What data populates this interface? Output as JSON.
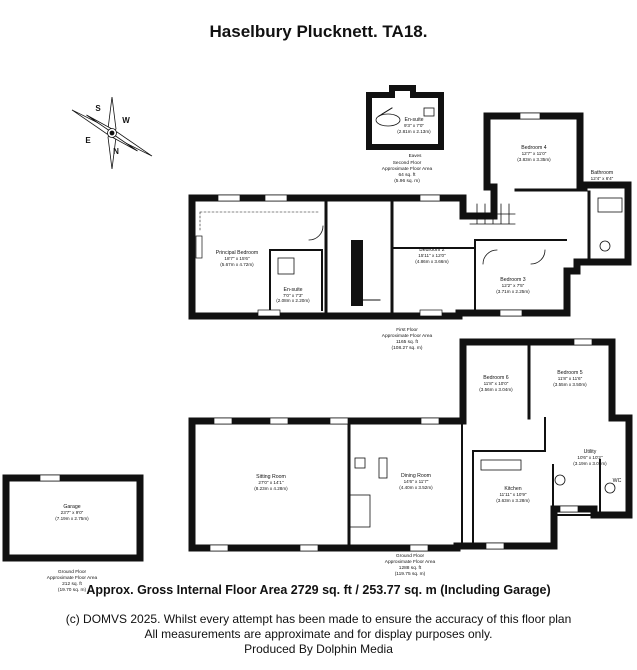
{
  "title": "Haselbury Plucknett. TA18.",
  "compass": {
    "north": "N",
    "south": "S",
    "east": "E",
    "west": "W"
  },
  "floors": {
    "second": {
      "name": "Second Floor",
      "line2": "Approximate Floor Area",
      "sqft": "64 sq. ft",
      "sqm": "(5.96 sq. m)"
    },
    "first": {
      "name": "First Floor",
      "line2": "Approximate Floor Area",
      "sqft": "1165 sq. ft",
      "sqm": "(108.27 sq. m)"
    },
    "ground": {
      "name": "Ground Floor",
      "line2": "Approximate Floor Area",
      "sqft": "1288 sq. ft",
      "sqm": "(119.75 sq. m)"
    },
    "garage_ground": {
      "name": "Ground Floor",
      "line2": "Approximate Floor Area",
      "sqft": "212 sq. ft",
      "sqm": "(19.70 sq. m)"
    }
  },
  "rooms": {
    "ensuite_top": {
      "name": "En-suite",
      "imperial": "9'3\" x 7'0\"",
      "metric": "(2.81m x 2.13m)"
    },
    "eaves": {
      "name": "Eaves"
    },
    "bedroom4": {
      "name": "Bedroom 4",
      "imperial": "12'7\" x 11'0\"",
      "metric": "(3.83m x 3.35m)"
    },
    "bathroom": {
      "name": "Bathroom",
      "imperial": "12'4\" x 6'4\"",
      "metric": "(3.75m x 1.93m)"
    },
    "principal": {
      "name": "Principal Bedroom",
      "imperial": "18'7\" x 15'6\"",
      "metric": "(5.67m x 4.72m)"
    },
    "ensuite_first": {
      "name": "En-suite",
      "imperial": "7'0\" x 7'3\"",
      "metric": "(2.08m x 2.20m)"
    },
    "bedroom2": {
      "name": "Bedroom 2",
      "imperial": "15'11\" x 12'0\"",
      "metric": "(4.86m x 3.66m)"
    },
    "bedroom3": {
      "name": "Bedroom 3",
      "imperial": "12'2\" x 7'5\"",
      "metric": "(3.71m x 2.25m)"
    },
    "bedroom6": {
      "name": "Bedroom 6",
      "imperial": "11'8\" x 10'0\"",
      "metric": "(3.56m x 3.04m)"
    },
    "bedroom5": {
      "name": "Bedroom 5",
      "imperial": "11'8\" x 11'6\"",
      "metric": "(3.55m x 3.50m)"
    },
    "garage": {
      "name": "Garage",
      "imperial": "23'7\" x 9'0\"",
      "metric": "(7.19m x 2.75m)"
    },
    "sitting": {
      "name": "Sitting Room",
      "imperial": "27'0\" x 14'1\"",
      "metric": "(8.23m x 4.28m)"
    },
    "dining": {
      "name": "Dining Room",
      "imperial": "14'6\" x 11'7\"",
      "metric": "(4.40m x 3.52m)"
    },
    "kitchen": {
      "name": "Kitchen",
      "imperial": "11'11\" x 10'9\"",
      "metric": "(3.63m x 3.28m)"
    },
    "utility": {
      "name": "Utility",
      "imperial": "10'6\" x 10'2\"",
      "metric": "(3.19m x 3.09m)"
    },
    "wc": {
      "name": "WC"
    }
  },
  "total_area": "Approx. Gross Internal Floor Area 2729 sq. ft / 253.77 sq. m (Including Garage)",
  "disclaimer_line1": "(c) DOMVS 2025. Whilst every attempt has been made to ensure the accuracy of this floor plan",
  "disclaimer_line2": "All measurements are approximate and for display purposes only.",
  "produced_by": "Produced By Dolphin Media",
  "colors": {
    "wall": "#111111",
    "window": "#ffffff",
    "line": "#333333"
  }
}
